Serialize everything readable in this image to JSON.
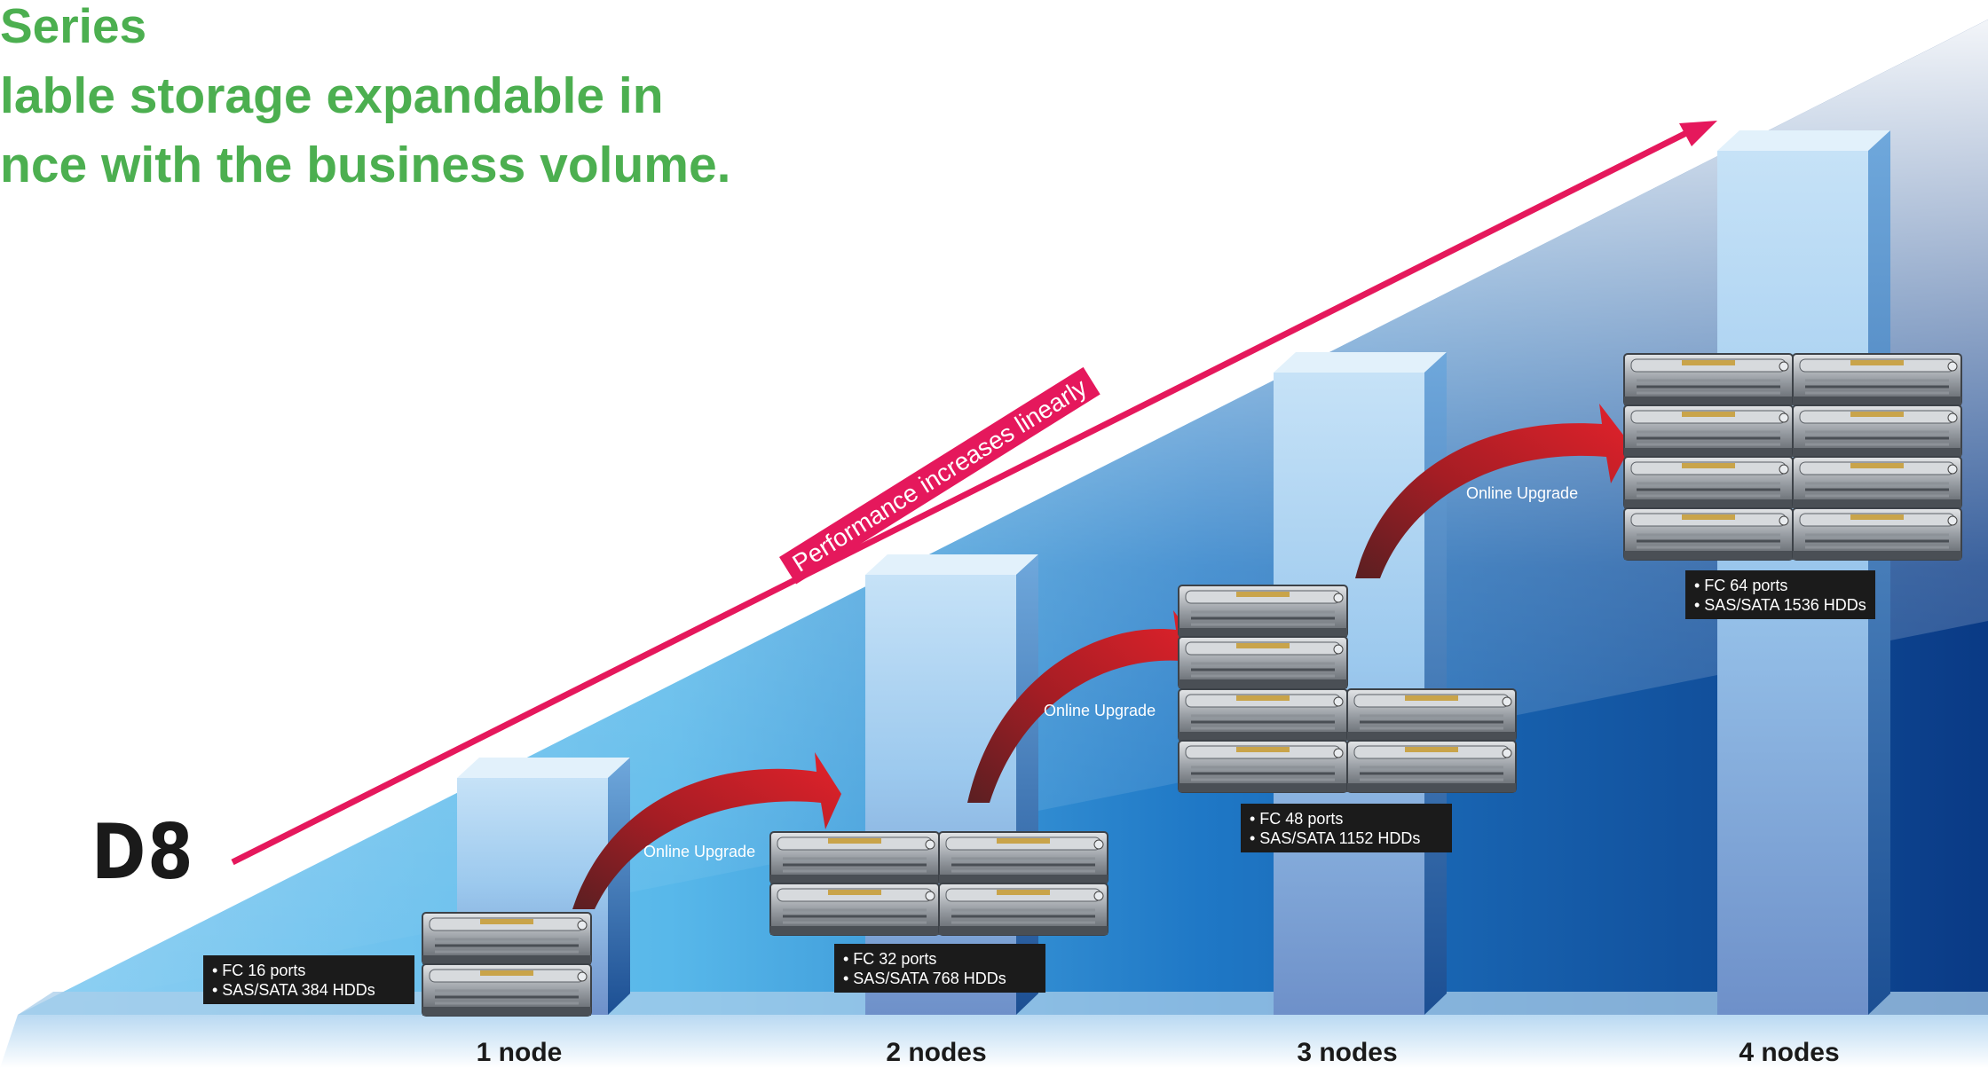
{
  "headline": {
    "line1": "Series",
    "line2": "lable storage expandable in",
    "line3": "nce with the business volume."
  },
  "model": "D8",
  "performance_label": "Performance increases linearly",
  "upgrade_label": "Online Upgrade",
  "stages": [
    {
      "label": "1 node",
      "spec": [
        "• FC 16 ports",
        "• SAS/SATA 384 HDDs"
      ]
    },
    {
      "label": "2 nodes",
      "spec": [
        "• FC 32 ports",
        "• SAS/SATA 768 HDDs"
      ]
    },
    {
      "label": "3 nodes",
      "spec": [
        "• FC 48 ports",
        "• SAS/SATA 1152 HDDs"
      ]
    },
    {
      "label": "4 nodes",
      "spec": [
        "• FC 64 ports",
        "• SAS/SATA 1536 HDDs"
      ]
    }
  ],
  "colors": {
    "headline": "#4caf50",
    "performance_arrow": "#e5185c",
    "upgrade_arrow": "#d6202d",
    "backdrop_dark": "#0d3f8a"
  }
}
